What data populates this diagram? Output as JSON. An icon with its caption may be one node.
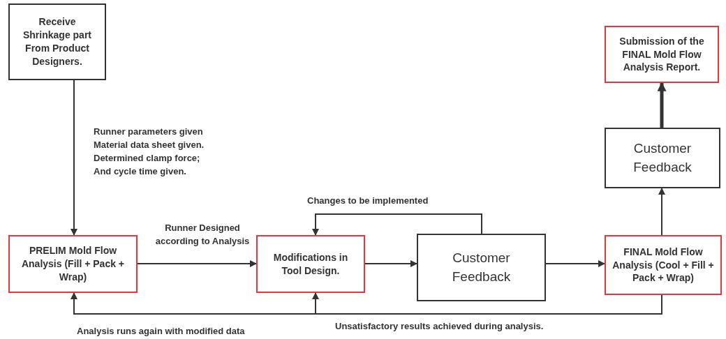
{
  "diagram": {
    "nodes": [
      {
        "text": [
          "Receive Shrinkage part From Product Designers."
        ]
      },
      {
        "text": [
          "PRELIM Mold Flow Analysis (Fill + Pack + Wrap)"
        ]
      },
      {
        "text": [
          "Modifications in Tool Design."
        ]
      },
      {
        "text": [
          "Customer Feedback"
        ]
      },
      {
        "text": [
          "FINAL Mold Flow Analysis (Cool + Fill + Pack + Wrap)"
        ]
      },
      {
        "text": [
          "Submission of the FINAL Mold Flow Analysis Report."
        ]
      },
      {
        "text": [
          "Customer Feedback"
        ]
      }
    ],
    "edges": [
      {
        "from": 0,
        "to": 1,
        "arrow": "to",
        "label": "Runner parameters given Material data sheet given. Determined clamp force; And cycle time given."
      },
      {
        "from": 1,
        "to": 2,
        "arrow": "to",
        "label": "Runner Designed according to Analysis"
      },
      {
        "from": 2,
        "to": 3,
        "arrow": "to"
      },
      {
        "from": 3,
        "to": 2,
        "arrow": "to",
        "label": "Changes to be implemented"
      },
      {
        "from": 3,
        "to": 4,
        "arrow": "to"
      },
      {
        "from": 4,
        "to": 6,
        "arrow": "to"
      },
      {
        "from": 6,
        "to": 5,
        "arrow": "to",
        "style": "thick"
      },
      {
        "from": 4,
        "to": 1,
        "arrow": "to",
        "label": "Analysis runs again with modified data"
      },
      {
        "from": 4,
        "to": 2,
        "arrow": "to",
        "label": "Unsatisfactory results achieved during analysis."
      }
    ]
  }
}
